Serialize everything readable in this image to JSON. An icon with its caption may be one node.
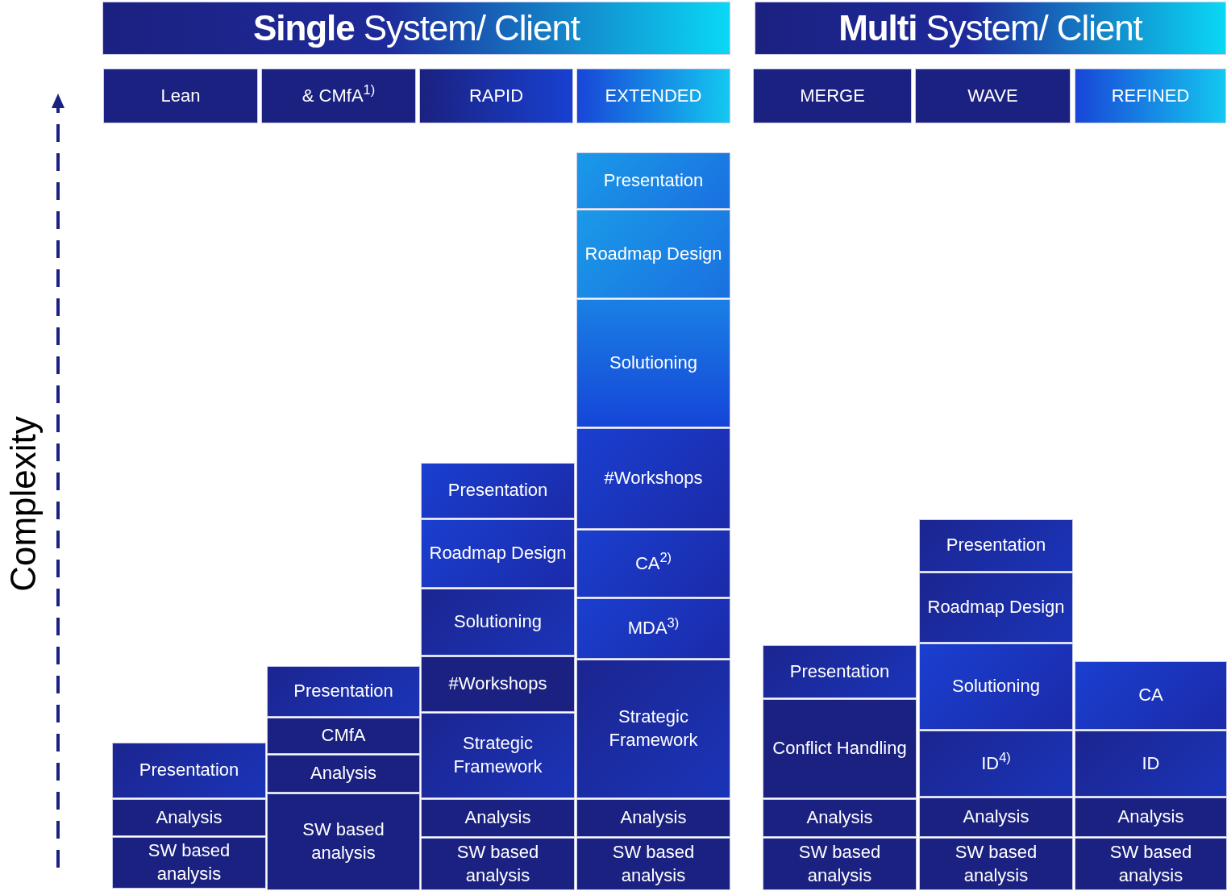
{
  "diagram": {
    "nodes": [
      {
        "text": [
          "**Single** System/ Client"
        ]
      },
      {
        "text": [
          "**Multi** System/ Client"
        ]
      },
      {
        "text": [
          "Lean"
        ]
      },
      {
        "text": [
          "& CMfA$^{1)}$"
        ]
      },
      {
        "text": [
          "RAPID"
        ]
      },
      {
        "text": [
          "EXTENDED"
        ]
      },
      {
        "text": [
          "MERGE"
        ]
      },
      {
        "text": [
          "WAVE"
        ]
      },
      {
        "text": [
          "REFINED"
        ]
      },
      {
        "text": [
          "Presentation"
        ]
      },
      {
        "text": [
          "Analysis"
        ]
      },
      {
        "text": [
          "SW based analysis"
        ]
      },
      {
        "text": [
          "Presentation"
        ]
      },
      {
        "text": [
          "CMfA"
        ]
      },
      {
        "text": [
          "Analysis"
        ]
      },
      {
        "text": [
          "SW based analysis"
        ]
      },
      {
        "text": [
          "Presentation"
        ]
      },
      {
        "text": [
          "Roadmap Design"
        ]
      },
      {
        "text": [
          "Solutioning"
        ]
      },
      {
        "text": [
          "#Workshops"
        ]
      },
      {
        "text": [
          "Strategic Framework"
        ]
      },
      {
        "text": [
          "Analysis"
        ]
      },
      {
        "text": [
          "SW based analysis"
        ]
      },
      {
        "text": [
          "Presentation"
        ]
      },
      {
        "text": [
          "Roadmap Design"
        ]
      },
      {
        "text": [
          "Solutioning"
        ]
      },
      {
        "text": [
          "#Workshops"
        ]
      },
      {
        "text": [
          "CA$^{2)}$"
        ]
      },
      {
        "text": [
          "MDA$^{3)}$"
        ]
      },
      {
        "text": [
          "Strategic Framework"
        ]
      },
      {
        "text": [
          "Analysis"
        ]
      },
      {
        "text": [
          "SW based analysis"
        ]
      },
      {
        "text": [
          "Presentation"
        ]
      },
      {
        "text": [
          "Conflict Handling"
        ]
      },
      {
        "text": [
          "Analysis"
        ]
      },
      {
        "text": [
          "SW based analysis"
        ]
      },
      {
        "text": [
          "Presentation"
        ]
      },
      {
        "text": [
          "Roadmap Design"
        ]
      },
      {
        "text": [
          "Solutioning"
        ]
      },
      {
        "text": [
          "ID$^{4)}$"
        ]
      },
      {
        "text": [
          "Analysis"
        ]
      },
      {
        "text": [
          "SW based analysis"
        ]
      },
      {
        "text": [
          "CA"
        ]
      },
      {
        "text": [
          "ID"
        ]
      },
      {
        "text": [
          "Analysis"
        ]
      },
      {
        "text": [
          "SW based analysis"
        ]
      }
    ],
    "labels": [
      "Complexity"
    ]
  }
}
